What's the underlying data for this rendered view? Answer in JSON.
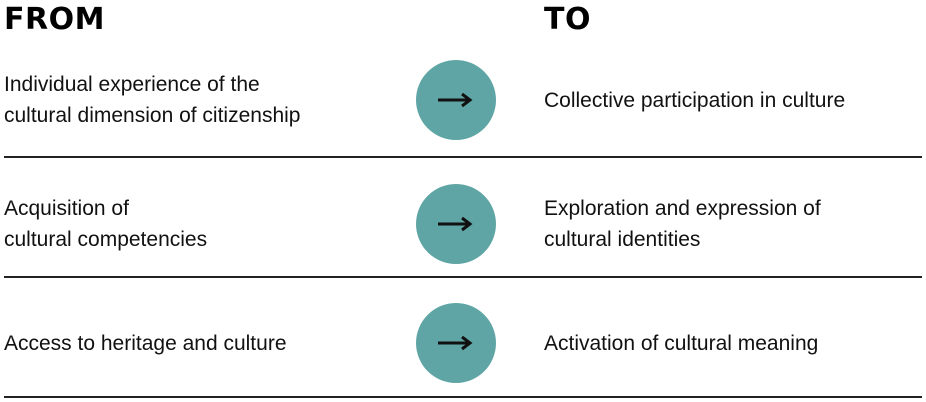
{
  "headers": {
    "from": "FROM",
    "to": "TO"
  },
  "rows": [
    {
      "from": [
        "Individual experience of the",
        "cultural dimension of citizenship"
      ],
      "to": [
        "Collective participation in culture"
      ],
      "icon": "arrow-right-icon"
    },
    {
      "from": [
        "Acquisition of",
        "cultural competencies"
      ],
      "to": [
        "Exploration and expression of",
        "cultural identities"
      ],
      "icon": "arrow-right-icon"
    },
    {
      "from": [
        "Access to heritage and culture"
      ],
      "to": [
        "Activation of cultural meaning"
      ],
      "icon": "arrow-right-icon"
    }
  ],
  "colors": {
    "circle": "#5fa5a5",
    "arrow": "#111111",
    "divider": "#222222"
  }
}
